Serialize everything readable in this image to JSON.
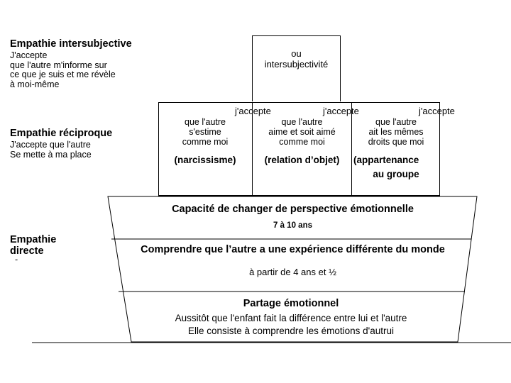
{
  "left_labels": {
    "intersubjective": {
      "heading": "Empathie intersubjective",
      "body": "J'accepte\nque l'autre m'informe sur\nce que je suis et me révèle\nà moi-même"
    },
    "reciproque": {
      "heading": "Empathie réciproque",
      "body": "J'accepte que l'autre\nSe mette à ma place"
    },
    "directe": {
      "heading": "Empathie\ndirecte",
      "dash": "-"
    }
  },
  "top_box": {
    "text": "ou\nintersubjectivité"
  },
  "middle_columns": [
    {
      "accept_label": "j'accepte",
      "body": "que l'autre\ns'estime\ncomme moi",
      "tag": "(narcissisme)"
    },
    {
      "accept_label": "j'accepte",
      "body": "que l'autre\naime et soit aimé\ncomme moi",
      "tag": "(relation d’objet)"
    },
    {
      "accept_label": "j'accepte",
      "body": "que l'autre\nait les mêmes\ndroits que moi",
      "tag": "(appartenance",
      "tag_line2": "au groupe"
    }
  ],
  "trapezoid_rows": [
    {
      "title": "Capacité de changer de perspective émotionnelle",
      "subtitle": "7 à 10 ans"
    },
    {
      "title": "Comprendre que l’autre a une expérience différente du monde",
      "subtitle": "à partir de 4 ans et ½"
    },
    {
      "title": "Partage émotionnel",
      "line1": "Aussitôt que l'enfant fait la différence entre lui et l'autre",
      "line2": "Elle consiste à comprendre les émotions d'autrui"
    }
  ],
  "colors": {
    "stroke": "#000000",
    "background": "#ffffff",
    "text": "#000000"
  }
}
